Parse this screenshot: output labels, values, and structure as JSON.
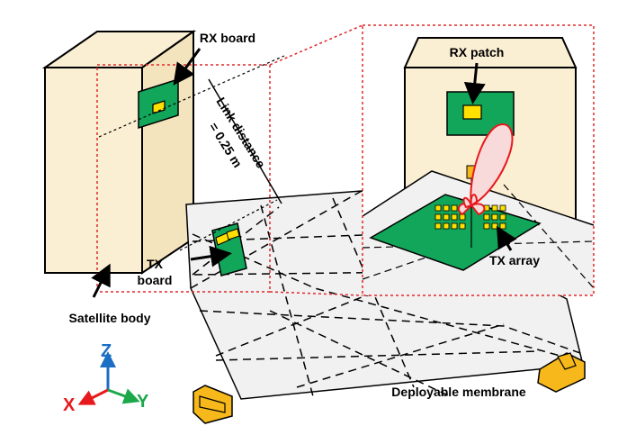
{
  "labels": {
    "rx_board": "RX board",
    "rx_patch": "RX patch",
    "link_distance": "Link distance",
    "link_value": "= 0.25 m",
    "tx_board_line1": "TX",
    "tx_board_line2": "board",
    "tx_array": "TX array",
    "satellite_body": "Satellite body",
    "membrane": "Deployable membrane"
  },
  "axes": {
    "x": "X",
    "y": "Y",
    "z": "Z"
  },
  "colors": {
    "satellite": "#fbefd3",
    "board_green": "#12a65a",
    "patch_yellow": "#ffe000",
    "hinge_orange": "#f6b81a",
    "membrane": "#f1f1f1",
    "beam_red": "#e8191d",
    "beam_fill": "#f9dada",
    "zoom_box_red": "#e0282a",
    "axis_x": "#e8191d",
    "axis_y": "#1aa84a",
    "axis_z": "#1a6fc4"
  }
}
